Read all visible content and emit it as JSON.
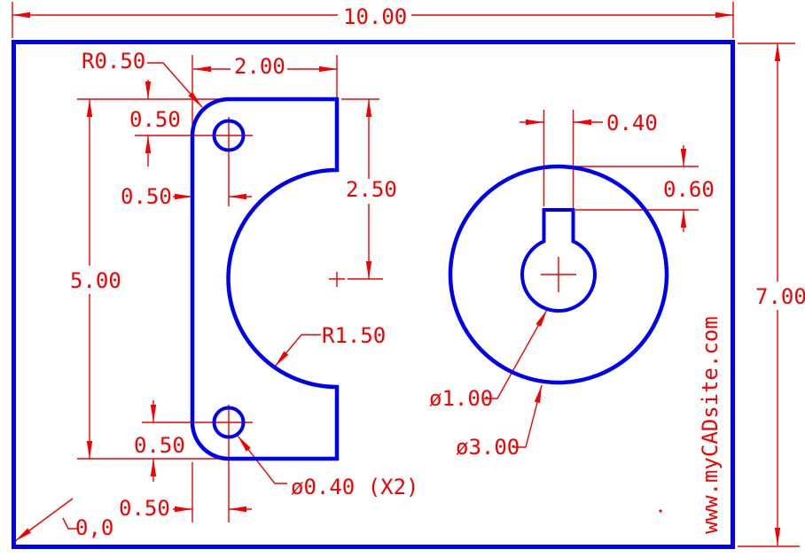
{
  "drawing": {
    "watermark": "www.myCADsite.com",
    "origin_label": "0,0",
    "colors": {
      "geometry": "#0000f0",
      "dimension": "#f40000",
      "background": "#ffffff"
    },
    "dims": {
      "overall_width": "10.00",
      "overall_height": "7.00",
      "plate_corner_radius": "R0.50",
      "plate_top_width": "2.00",
      "hole_top_offset_vertical": "0.50",
      "hole_top_offset_horizontal": "0.50",
      "plate_height": "5.00",
      "cutout_center_offset": "2.50",
      "cutout_radius": "R1.50",
      "hole_bottom_offset_vertical": "0.50",
      "hole_bottom_offset_horizontal": "0.50",
      "hole_note": "ø0.40 (X2)",
      "keyway_width": "0.40",
      "keyway_depth": "0.60",
      "bore_diameter": "ø1.00",
      "disc_diameter": "ø3.00"
    }
  }
}
